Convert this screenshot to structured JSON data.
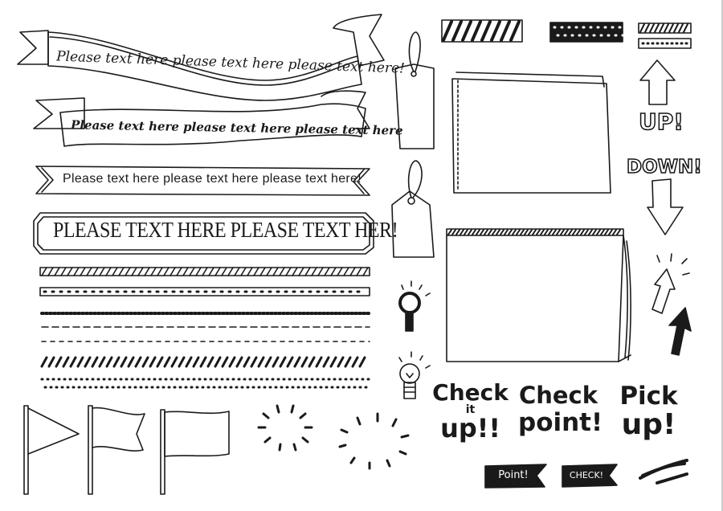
{
  "ribbons": {
    "ribbon_1": "Please text here please text here please text here!",
    "ribbon_2": "Please text here please text here please text here",
    "banner_3": "Please text here please text here please text here!",
    "banner_4": "PLEASE TEXT HERE PLEASE  TEXT HER!"
  },
  "arrows": {
    "up_label": "UP!",
    "down_label": "DOWN!"
  },
  "lettering": {
    "check_it_up": {
      "line1": "Check",
      "line2": "it",
      "line3": "up!!"
    },
    "check_point": {
      "line1": "Check",
      "line2": "point!"
    },
    "pick_up": {
      "line1": "Pick",
      "line2": "up!"
    }
  },
  "labels": {
    "point": "Point!",
    "check": "CHECK!"
  },
  "colors": {
    "ink": "#1a1a1a",
    "paper": "#ffffff"
  }
}
